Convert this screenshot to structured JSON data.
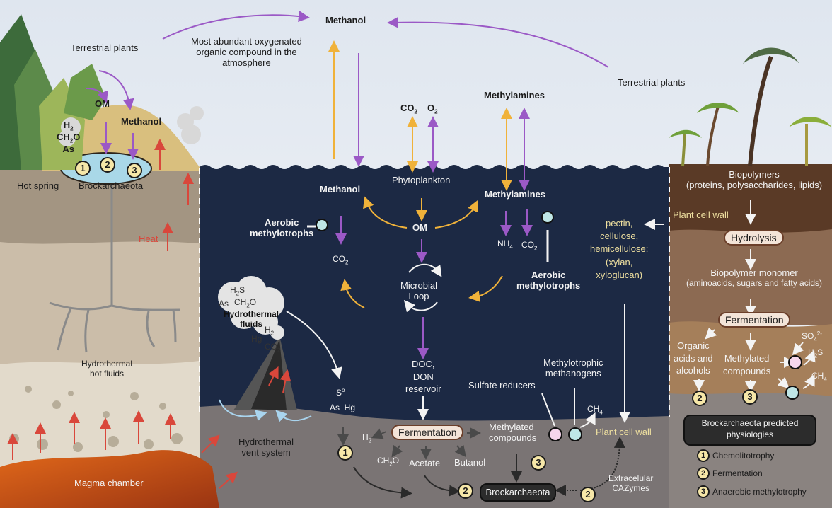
{
  "colors": {
    "sky": "#e6ecf3",
    "ocean": "#1c2944",
    "sediment": "#7a7474",
    "hot_spring_soil": "#a79a86",
    "right_soil_top": "#5e3e2a",
    "right_soil_mid": "#8a6a52",
    "magma": "#d35a1a",
    "purple_arrow": "#9b59c6",
    "orange_arrow": "#f0b23a",
    "heat_arrow": "#d9473b"
  },
  "atmosphere": {
    "methanol": "Methanol",
    "description": "Most abundant oxygenated organic compound in the atmosphere",
    "description_lines": [
      "Most abundant oxygenated",
      "organic compound in the",
      "atmosphere"
    ],
    "terrestrial_plants_left": "Terrestrial plants",
    "terrestrial_plants_right": "Terrestrial plants",
    "co2": "CO",
    "co2_sub": "2",
    "o2": "O",
    "o2_sub": "2",
    "methylamines": "Methylamines"
  },
  "hot_spring": {
    "om": "OM",
    "methanol": "Methanol",
    "h2": "H",
    "h2_sub": "2",
    "ch2o": "CH",
    "ch2o_sub": "2",
    "ch2o_end": "O",
    "as": "As",
    "label": "Hot spring",
    "organism": "Brockarchaeota",
    "numbers": [
      "1",
      "2",
      "3"
    ],
    "heat": "Heat",
    "hot_fluids_lines": [
      "Hydrothermal",
      "hot fluids"
    ],
    "magma": "Magma chamber"
  },
  "ocean": {
    "methanol": "Methanol",
    "phytoplankton": "Phytoplankton",
    "methylamines": "Methylamines",
    "om": "OM",
    "aerobic_left_lines": [
      "Aerobic",
      "methylotrophs"
    ],
    "co2_left": "CO",
    "co2_sub": "2",
    "nh4": "NH",
    "nh4_sub": "4",
    "co2_right": "CO",
    "microbial_loop_lines": [
      "Microbial",
      "Loop"
    ],
    "aerobic_right_lines": [
      "Aerobic",
      "methylotrophs"
    ],
    "plant_polymers_lines": [
      "pectin,",
      "cellulose,",
      "hemicellulose:",
      "(xylan,",
      "xyloglucan)"
    ],
    "doc_lines": [
      "DOC,",
      "DON",
      "reservoir"
    ],
    "vent_fluids": {
      "h2s": "H",
      "h2s_sub": "2",
      "h2s_end": "S",
      "as": "As",
      "ch2o": "CH",
      "ch2o_sub": "2",
      "ch2o_end": "O",
      "label_lines": [
        "Hydrothermal",
        "fluids"
      ],
      "h2": "H",
      "h2_sub": "2",
      "hg": "Hg",
      "co2": "CO",
      "co2_sub": "2"
    },
    "s0": "S",
    "s0_sup": "o",
    "as_hg": "As  Hg",
    "sulfate_reducers": "Sulfate reducers",
    "methanogens_lines": [
      "Methylotrophic",
      "methanogens"
    ],
    "ch4": "CH",
    "ch4_sub": "4"
  },
  "sediment": {
    "vent_system_lines": [
      "Hydrothermal",
      "vent system"
    ],
    "h2": "H",
    "h2_sub": "2",
    "fermentation": "Fermentation",
    "methylated_lines": [
      "Methylated",
      "compounds"
    ],
    "plant_cell_wall": "Plant cell wall",
    "ch2o": "CH",
    "ch2o_sub": "2",
    "ch2o_end": "O",
    "acetate": "Acetate",
    "butanol": "Butanol",
    "brockarchaeota": "Brockarchaeota",
    "cazymes_lines": [
      "Extracelular",
      "CAZymes"
    ],
    "num_1": "1",
    "num_2a": "2",
    "num_3": "3",
    "num_2b": "2"
  },
  "soil": {
    "biopolymers": "Biopolymers",
    "biopolymers_detail": "(proteins, polysaccharides, lipids)",
    "plant_cell_wall": "Plant cell wall",
    "hydrolysis": "Hydrolysis",
    "monomer": "Biopolymer monomer",
    "monomer_detail": "(aminoacids, sugars and fatty acids)",
    "fermentation": "Fermentation",
    "so4": "SO",
    "so4_sub": "4",
    "so4_sup": "2-",
    "h2s": "H",
    "h2s_sub": "2",
    "h2s_end": "S",
    "ch4": "CH",
    "ch4_sub": "4",
    "organic_lines": [
      "Organic",
      "acids and",
      "alcohols"
    ],
    "methylated_lines": [
      "Methylated",
      "compounds"
    ],
    "num_2": "2",
    "num_3": "3"
  },
  "legend": {
    "title_lines": [
      "Brockarchaeota predicted",
      "physiologies"
    ],
    "items": [
      {
        "num": "1",
        "label": "Chemolitotrophy"
      },
      {
        "num": "2",
        "label": "Fermentation"
      },
      {
        "num": "3",
        "label": "Anaerobic methylotrophy"
      }
    ]
  }
}
